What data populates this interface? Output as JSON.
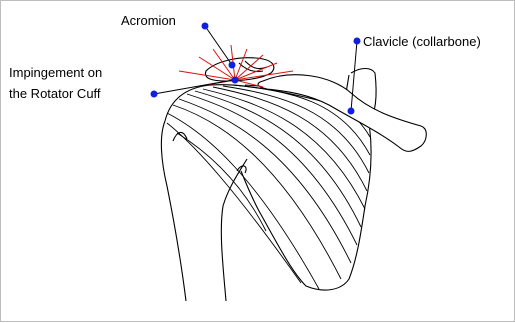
{
  "labels": {
    "acromion": "Acromion",
    "clavicle": "Clavicle (collarbone)",
    "impingement_line1": "Impingement on",
    "impingement_line2": "the Rotator Cuff"
  },
  "colors": {
    "marker": "#1020e0",
    "impingement_rays": "#e01010",
    "outline": "#000000"
  }
}
